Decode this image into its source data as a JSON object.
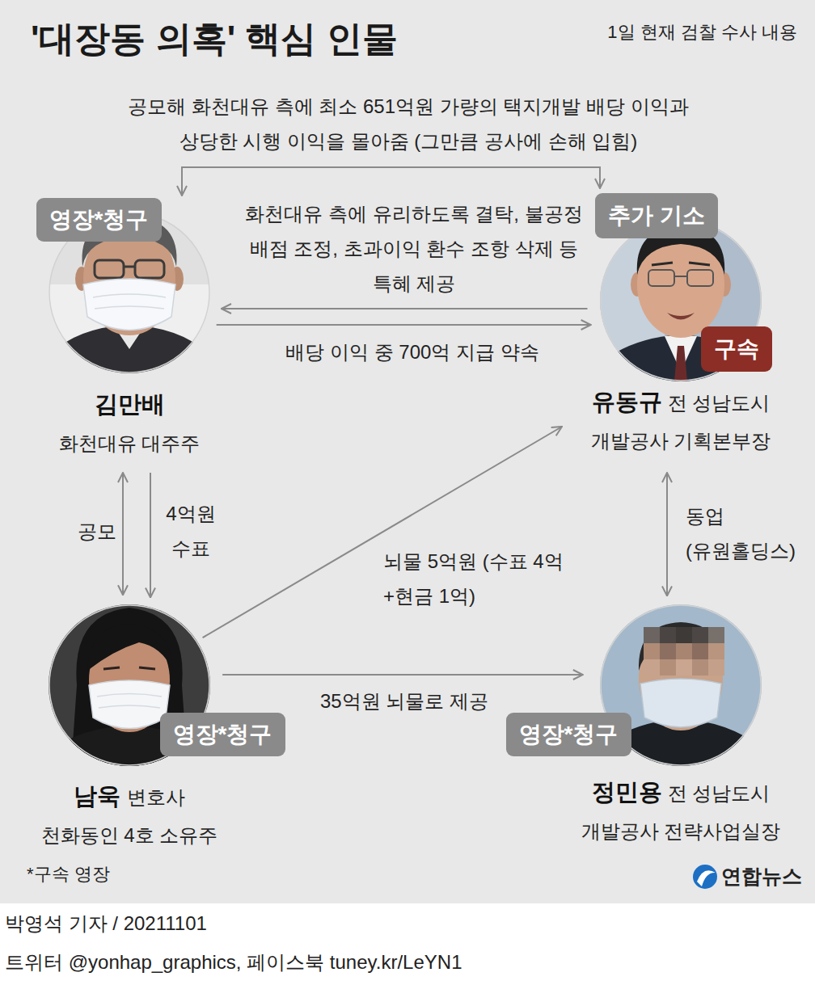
{
  "diagram": {
    "title": "'대장동 의혹' 핵심 인물",
    "nodes": [
      {
        "text": [
          "김만배",
          "화천대유 대주주"
        ]
      },
      {
        "text": [
          "영장*청구"
        ],
        "in": 0
      },
      {
        "text": [
          "유동규",
          "전 성남도시 개발공사 기획본부장"
        ]
      },
      {
        "text": [
          "추가 기소"
        ],
        "in": 2
      },
      {
        "text": [
          "구속"
        ],
        "in": 2
      },
      {
        "text": [
          "남욱",
          "변호사",
          "천화동인 4호 소유주"
        ]
      },
      {
        "text": [
          "영장*청구"
        ],
        "in": 5
      },
      {
        "text": [
          "정민용",
          "전 성남도시 개발공사 전략사업실장"
        ]
      },
      {
        "text": [
          "영장*청구"
        ],
        "in": 7
      }
    ],
    "edges": [
      {
        "from": 0,
        "to": 2,
        "arrow": "both",
        "label": "공모해 화천대유 측에 최소 651억원 가량의 택지개발 배당 이익과 상당한 시행 이익을 몰아줌 (그만큼 공사에 손해 입힘)"
      },
      {
        "from": 2,
        "to": 0,
        "arrow": "to",
        "label": "화천대유 측에 유리하도록 결탁, 불공정 배점 조정, 초과이익 환수 조항 삭제 등 특혜 제공"
      },
      {
        "from": 0,
        "to": 2,
        "arrow": "to",
        "label": "배당 이익 중 700억 지급 약속"
      },
      {
        "from": 0,
        "to": 5,
        "arrow": "both",
        "label": "공모"
      },
      {
        "from": 0,
        "to": 5,
        "arrow": "to",
        "label": "4억원 수표"
      },
      {
        "from": 5,
        "to": 2,
        "arrow": "to",
        "label": "뇌물 5억원 (수표 4억+현금 1억)"
      },
      {
        "from": 5,
        "to": 7,
        "arrow": "to",
        "label": "35억원 뇌물로 제공"
      },
      {
        "from": 2,
        "to": 7,
        "arrow": "both",
        "label": "동업 (유원홀딩스)"
      }
    ],
    "labels": [
      "1일 현재 검찰 수사 내용",
      "*구속 영장",
      "연합뉴스",
      "박영석 기자 / 20211101",
      "트위터 @yonhap_graphics, 페이스북 tuney.kr/LeYN1"
    ]
  }
}
